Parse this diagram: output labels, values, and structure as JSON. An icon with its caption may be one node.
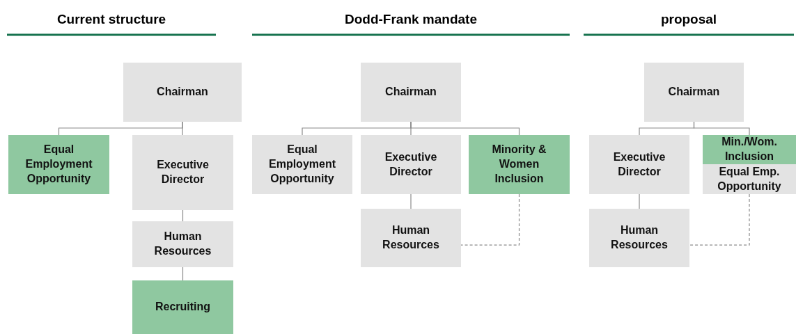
{
  "diagram": {
    "nodes": [
      {
        "text": [
          "Chairman"
        ]
      },
      {
        "text": [
          "Equal Employment Opportunity"
        ]
      },
      {
        "text": [
          "Executive Director"
        ]
      },
      {
        "text": [
          "Human Resources"
        ]
      },
      {
        "text": [
          "Recruiting"
        ]
      },
      {
        "text": [
          "Chairman"
        ]
      },
      {
        "text": [
          "Equal Employment Opportunity"
        ]
      },
      {
        "text": [
          "Executive Director"
        ]
      },
      {
        "text": [
          "Minority & Women Inclusion"
        ]
      },
      {
        "text": [
          "Human Resources"
        ]
      },
      {
        "text": [
          "Chairman"
        ]
      },
      {
        "text": [
          "Executive Director"
        ]
      },
      {
        "text": [
          "Min./Wom. Inclusion"
        ]
      },
      {
        "text": [
          "Equal Emp. Opportunity"
        ]
      },
      {
        "text": [
          "Human Resources"
        ]
      }
    ],
    "edges": [
      {
        "from": 0,
        "to": 1,
        "arrow": "none"
      },
      {
        "from": 0,
        "to": 2,
        "arrow": "none"
      },
      {
        "from": 2,
        "to": 3,
        "arrow": "none"
      },
      {
        "from": 3,
        "to": 4,
        "arrow": "none"
      },
      {
        "from": 5,
        "to": 6,
        "arrow": "none"
      },
      {
        "from": 5,
        "to": 7,
        "arrow": "none"
      },
      {
        "from": 5,
        "to": 8,
        "arrow": "none"
      },
      {
        "from": 7,
        "to": 9,
        "arrow": "none"
      },
      {
        "from": 8,
        "to": 9,
        "arrow": "none",
        "style": "dashed"
      },
      {
        "from": 10,
        "to": 11,
        "arrow": "none"
      },
      {
        "from": 10,
        "to": 12,
        "arrow": "none"
      },
      {
        "from": 11,
        "to": 14,
        "arrow": "none"
      },
      {
        "from": 13,
        "to": 14,
        "arrow": "none",
        "style": "dashed"
      }
    ],
    "labels": [
      "Current structure",
      "Dodd-Frank mandate",
      "proposal"
    ]
  }
}
